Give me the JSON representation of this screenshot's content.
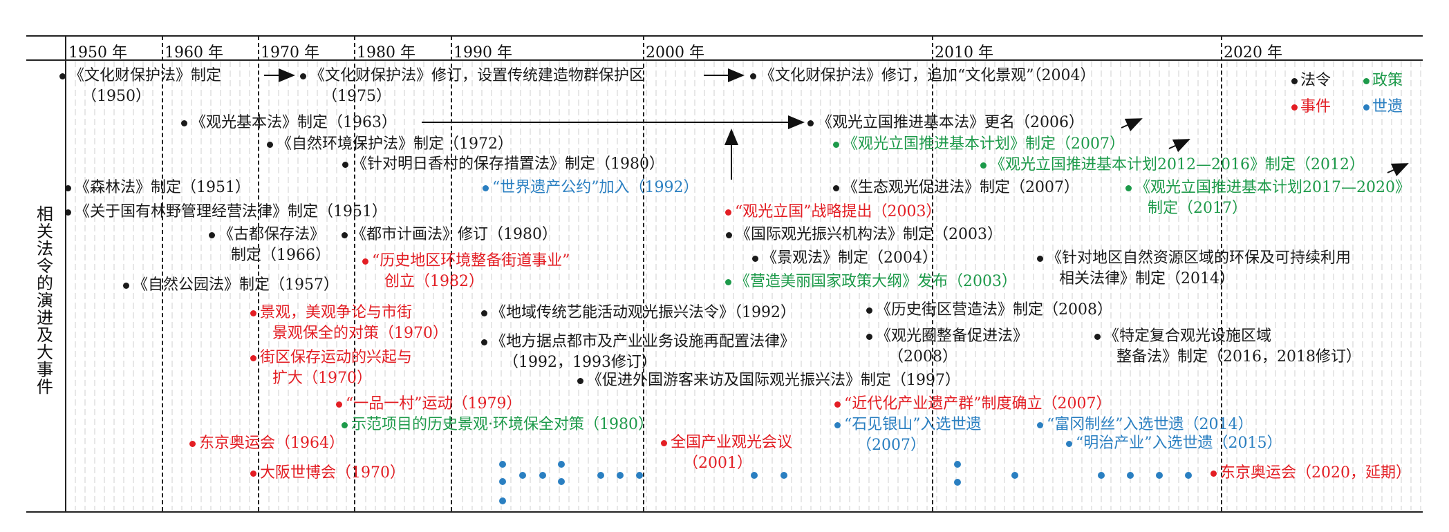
{
  "side_title": "相关法令的演进及大事件",
  "years": [
    "1950 年",
    "1960 年",
    "1970 年",
    "1980 年",
    "1990 年",
    "2000 年",
    "2010 年",
    "2020 年"
  ],
  "legend": [
    {
      "label": "法令",
      "type": "law"
    },
    {
      "label": "政策",
      "type": "policy"
    },
    {
      "label": "事件",
      "type": "event"
    },
    {
      "label": "世遗",
      "type": "heritage"
    }
  ],
  "events": [
    {
      "type": "law",
      "l1": "《文化财保护法》制定",
      "l2": "（1950）"
    },
    {
      "type": "law",
      "l1": "《文化财保护法》修订，设置传统建造物群保护区",
      "l2": "（1975）"
    },
    {
      "type": "law",
      "l1": "《文化财保护法》修订，追加“文化景观”（2004）"
    },
    {
      "type": "law",
      "l1": "《观光基本法》制定（1963）"
    },
    {
      "type": "law",
      "l1": "《观光立国推进基本法》更名（2006）"
    },
    {
      "type": "law",
      "l1": "《自然环境保护法》制定（1972）"
    },
    {
      "type": "policy",
      "l1": "《观光立国推进基本计划》制定（2007）"
    },
    {
      "type": "law",
      "l1": "《针对明日香村的保存措置法》制定（1980）"
    },
    {
      "type": "policy",
      "l1": "《观光立国推进基本计划2012—2016》制定（2012）"
    },
    {
      "type": "law",
      "l1": "《森林法》制定（1951）"
    },
    {
      "type": "heritage",
      "l1": "“世界遗产公约”加入（1992）"
    },
    {
      "type": "law",
      "l1": "《生态观光促进法》制定（2007）"
    },
    {
      "type": "policy",
      "l1": "《观光立国推进基本计划2017—2020》",
      "l2": "制定（2017）"
    },
    {
      "type": "law",
      "l1": "《关于国有林野管理经营法律》制定（1951）"
    },
    {
      "type": "event",
      "l1": "“观光立国”战略提出（2003）"
    },
    {
      "type": "law",
      "l1": "《古都保存法》",
      "l2": "制定（1966）"
    },
    {
      "type": "law",
      "l1": "《都市计画法》修订（1980）"
    },
    {
      "type": "law",
      "l1": "《国际观光振兴机构法》制定（2003）"
    },
    {
      "type": "event",
      "l1": "“历史地区环境整备街道事业”",
      "l2": "创立（1982）"
    },
    {
      "type": "law",
      "l1": "《景观法》制定（2004）"
    },
    {
      "type": "law",
      "l1": "《针对地区自然资源区域的环保及可持续利用",
      "l2": "相关法律》制定（2014）"
    },
    {
      "type": "law",
      "l1": "《自然公园法》制定（1957）"
    },
    {
      "type": "policy",
      "l1": "《营造美丽国家政策大纲》发布（2003）"
    },
    {
      "type": "event",
      "l1": "景观，美观争论与市街",
      "l2": "景观保全的对策（1970）"
    },
    {
      "type": "law",
      "l1": "《地域传统艺能活动观光振兴法令》（1992）"
    },
    {
      "type": "law",
      "l1": "《历史街区营造法》制定（2008）"
    },
    {
      "type": "law",
      "l1": "《地方据点都市及产业业务设施再配置法律》",
      "l2": "（1992，1993修订）"
    },
    {
      "type": "law",
      "l1": "《观光圈整备促进法》",
      "l2": "（2008）"
    },
    {
      "type": "law",
      "l1": "《特定复合观光设施区域",
      "l2": "整备法》制定（2016，2018修订）"
    },
    {
      "type": "event",
      "l1": "街区保存运动的兴起与",
      "l2": "扩大（1970）"
    },
    {
      "type": "law",
      "l1": "《促进外国游客来访及国际观光振兴法》制定（1997）"
    },
    {
      "type": "event",
      "l1": "“一品一村”运动（1979）"
    },
    {
      "type": "event",
      "l1": "“近代化产业遗产群”制度确立（2007）"
    },
    {
      "type": "policy",
      "l1": "示范项目的历史景观·环境保全对策（1980）"
    },
    {
      "type": "heritage",
      "l1": "“石见银山”入选世遗",
      "l2": "（2007）"
    },
    {
      "type": "heritage",
      "l1": "“富冈制丝”入选世遗（2014）"
    },
    {
      "type": "event",
      "l1": "东京奥运会（1964）"
    },
    {
      "type": "event",
      "l1": "全国产业观光会议",
      "l2": "（2001）"
    },
    {
      "type": "heritage",
      "l1": "“明治产业”入选世遗（2015）"
    },
    {
      "type": "event",
      "l1": "大阪世博会（1970）"
    },
    {
      "type": "event",
      "l1": "东京奥运会（2020，延期）"
    }
  ],
  "colors": {
    "law": "#1a1a1a",
    "event": "#e31e24",
    "policy": "#1d9a4a",
    "heritage": "#2a7fc1"
  }
}
